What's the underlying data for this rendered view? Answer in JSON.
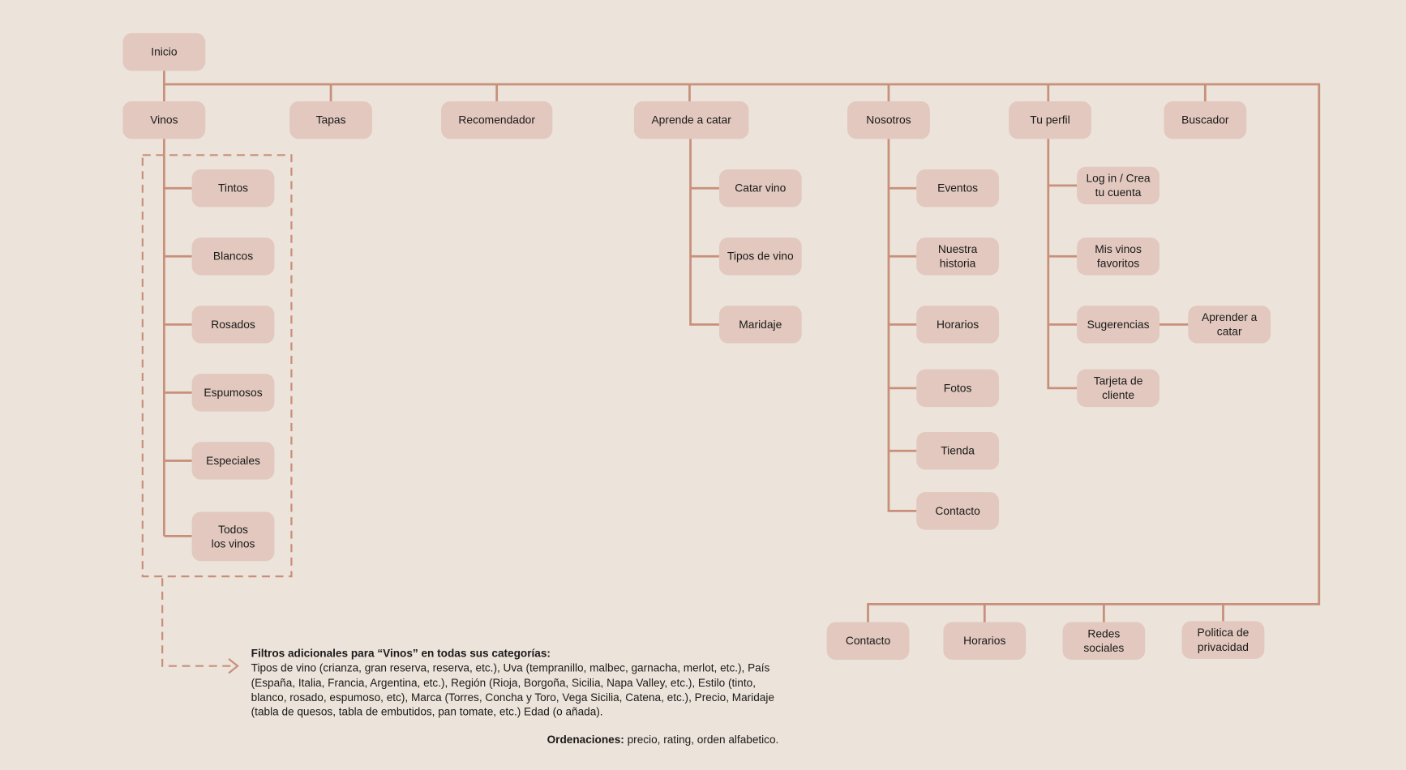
{
  "root": "Inicio",
  "level1": [
    "Vinos",
    "Tapas",
    "Recomendador",
    "Aprende a catar",
    "Nosotros",
    "Tu perfil",
    "Buscador"
  ],
  "vinos_children": [
    "Tintos",
    "Blancos",
    "Rosados",
    "Espumosos",
    "Especiales",
    "Todos\nlos vinos"
  ],
  "aprende_children": [
    "Catar vino",
    "Tipos de vino",
    "Maridaje"
  ],
  "nosotros_children": [
    "Eventos",
    "Nuestra\nhistoria",
    "Horarios",
    "Fotos",
    "Tienda",
    "Contacto"
  ],
  "perfil_children": [
    "Log in / Crea\ntu cuenta",
    "Mis vinos\nfavoritos",
    "Sugerencias",
    "Tarjeta de\ncliente"
  ],
  "sugerencias_child": "Aprender a\ncatar",
  "footer": [
    "Contacto",
    "Horarios",
    "Redes\nsociales",
    "Politica de\nprivacidad"
  ],
  "notes": {
    "filters_title": "Filtros adicionales para “Vinos” en todas sus categorías:",
    "filters_text": "Tipos de vino (crianza, gran reserva, reserva, etc.), Uva (tempranillo, malbec, garnacha, merlot, etc.), País (España, Italia, Francia, Argentina, etc.), Región (Rioja, Borgoña, Sicilia, Napa Valley, etc.), Estilo (tinto, blanco, rosado, espumoso, etc), Marca (Torres, Concha y Toro, Vega Sicilia, Catena, etc.), Precio, Maridaje (tabla de quesos, tabla de embutidos, pan tomate, etc.) Edad (o añada).",
    "sort_title": "Ordenaciones:",
    "sort_text": " precio, rating, orden alfabetico."
  },
  "colors": {
    "background": "#ece3da",
    "node": "#e2c8be",
    "line": "#c8907a"
  }
}
